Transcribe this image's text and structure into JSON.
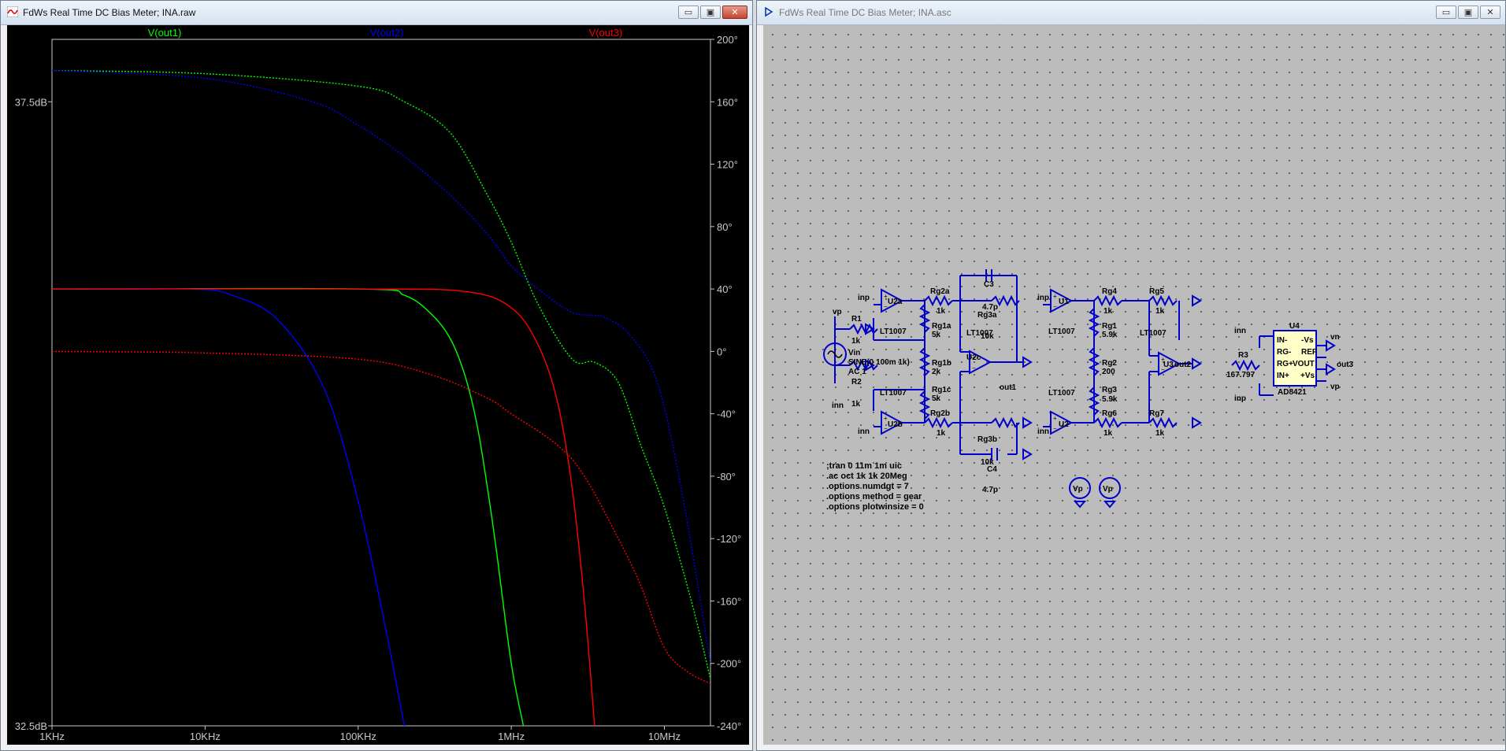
{
  "left_window": {
    "title": "FdWs Real Time DC Bias Meter; INA.raw",
    "buttons": {
      "minimize": "▭",
      "maximize": "▣",
      "close": "✕"
    }
  },
  "right_window": {
    "title": "FdWs Real Time DC Bias Meter; INA.asc",
    "buttons": {
      "minimize": "▭",
      "maximize": "▣",
      "close": "✕"
    }
  },
  "chart_data": {
    "type": "line",
    "x_scale": "log",
    "x_range_hz": [
      1000,
      20000000
    ],
    "x_tick_labels": [
      "1KHz",
      "10KHz",
      "100KHz",
      "1MHz",
      "10MHz"
    ],
    "left_axis": {
      "labels": [
        "37.5dB",
        "32.5dB"
      ],
      "range_db": [
        32.5,
        38.0
      ]
    },
    "right_axis": {
      "labels": [
        "200°",
        "160°",
        "120°",
        "80°",
        "40°",
        "0°",
        "-40°",
        "-80°",
        "-120°",
        "-160°",
        "-200°",
        "-240°"
      ],
      "range_deg": [
        -240,
        200
      ]
    },
    "legend_placement": "top",
    "series": [
      {
        "name": "V(out1)",
        "color": "#00ff00",
        "magnitude_db": {
          "x": [
            1000,
            100000,
            200000,
            300000,
            400000,
            500000,
            600000,
            700000,
            800000,
            1000000,
            1200000
          ],
          "y": [
            36.0,
            36.0,
            35.95,
            35.8,
            35.6,
            35.3,
            34.9,
            34.4,
            33.9,
            33.0,
            32.5
          ]
        },
        "phase_deg": {
          "x": [
            1000,
            10000,
            100000,
            200000,
            400000,
            700000,
            1000000,
            1500000,
            2500000,
            3500000,
            5000000,
            7000000,
            10000000,
            15000000,
            20000000
          ],
          "y": [
            180,
            178,
            170,
            160,
            140,
            100,
            70,
            30,
            -5,
            -7,
            -20,
            -60,
            -100,
            -160,
            -210
          ]
        }
      },
      {
        "name": "V(out2)",
        "color": "#0000ff",
        "magnitude_db": {
          "x": [
            1000,
            8000,
            15000,
            30000,
            60000,
            100000,
            150000,
            200000
          ],
          "y": [
            36.0,
            36.0,
            35.95,
            35.75,
            35.2,
            34.3,
            33.3,
            32.5
          ]
        },
        "phase_deg": {
          "x": [
            1000,
            10000,
            50000,
            100000,
            200000,
            400000,
            700000,
            1000000,
            1500000,
            2500000,
            4000000,
            6000000,
            9000000,
            13000000,
            20000000
          ],
          "y": [
            180,
            175,
            160,
            145,
            125,
            100,
            75,
            55,
            40,
            25,
            22,
            10,
            -20,
            -90,
            -200
          ]
        }
      },
      {
        "name": "V(out3)",
        "color": "#ff0000",
        "magnitude_db": {
          "x": [
            1000,
            100000,
            500000,
            1000000,
            1500000,
            2000000,
            2500000,
            3000000,
            3500000
          ],
          "y": [
            36.0,
            36.0,
            35.98,
            35.85,
            35.55,
            35.1,
            34.4,
            33.5,
            32.5
          ]
        },
        "phase_deg": {
          "x": [
            1000,
            10000,
            100000,
            300000,
            700000,
            1000000,
            2000000,
            3000000,
            5000000,
            7000000,
            10000000,
            14000000,
            20000000
          ],
          "y": [
            0,
            -1,
            -5,
            -15,
            -30,
            -40,
            -60,
            -80,
            -120,
            -150,
            -190,
            -205,
            -213
          ]
        }
      }
    ]
  },
  "schematic": {
    "labels": {
      "inp": "inp",
      "inn": "inn",
      "vp": "vp",
      "vn": "vn",
      "out1": "out1",
      "out2": "out2",
      "out3": "out3",
      "R1": "R1",
      "R1v": "1k",
      "R2": "R2",
      "R2v": "1k",
      "Vin": "Vin",
      "Vin_sine": "SINE(0 100m 1k)",
      "Vin_ac": "AC 1",
      "U2a": "U2a",
      "U2b": "U2b",
      "U2c": "U2c",
      "U1": "U1",
      "U2": "U2",
      "U3": "U3",
      "U4": "U4",
      "LT1007": "LT1007",
      "AD8421": "AD8421",
      "Rg2a": "Rg2a",
      "Rg2av": "1k",
      "Rg3a": "Rg3a",
      "Rg3av": "10k",
      "Rg1a": "Rg1a",
      "Rg1av": "5k",
      "Rg1b": "Rg1b",
      "Rg1bv": "2k",
      "Rg1c": "Rg1c",
      "Rg1cv": "5k",
      "Rg2b": "Rg2b",
      "Rg2bv": "1k",
      "Rg3b": "Rg3b",
      "Rg3bv": "10k",
      "C3": "C3",
      "C3v": "4.7p",
      "C4": "C4",
      "C4v": "4.7p",
      "Rg4": "Rg4",
      "Rg4v": "1k",
      "Rg5": "Rg5",
      "Rg5v": "1k",
      "Rg1": "Rg1",
      "Rg1v": "5.9k",
      "Rg2": "Rg2",
      "Rg2v": "200",
      "Rg3": "Rg3",
      "Rg3v": "5.9k",
      "Rg6": "Rg6",
      "Rg6v": "1k",
      "Rg7": "Rg7",
      "Rg7v": "1k",
      "R3": "R3",
      "R3v": "167.797",
      "U4_pins_left": [
        "IN-",
        "RG-",
        "RG+",
        "IN+"
      ],
      "U4_pins_right": [
        "-Vs",
        "REF",
        "VOUT",
        "+Vs"
      ],
      "Vp": "Vp"
    },
    "directives": [
      ";tran 0 11m 1m uic",
      ".ac oct 1k 1k 20Meg",
      ".options numdgt = 7",
      ".options method = gear",
      ".options plotwinsize = 0"
    ]
  }
}
